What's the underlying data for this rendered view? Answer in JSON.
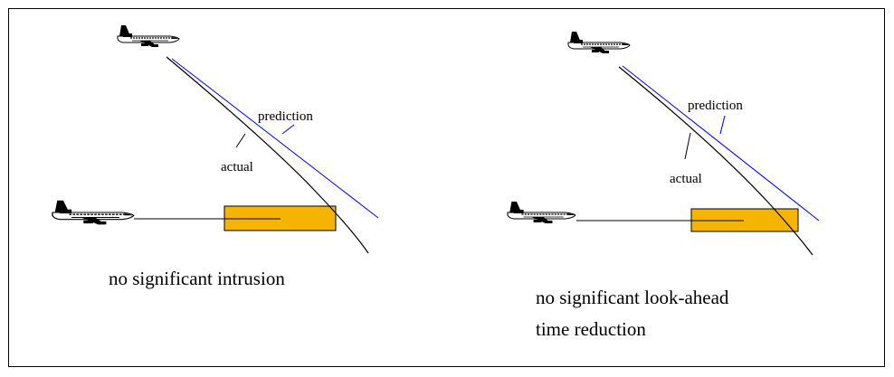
{
  "colors": {
    "prediction_line": "#0000ff",
    "actual_line": "#000000",
    "zone_fill": "#f5b400",
    "zone_stroke": "#000000"
  },
  "panel_left": {
    "prediction_label": "prediction",
    "actual_label": "actual",
    "caption_line1": "no significant intrusion"
  },
  "panel_right": {
    "prediction_label": "prediction",
    "actual_label": "actual",
    "caption_line1": "no significant look-ahead",
    "caption_line2": "time reduction"
  }
}
